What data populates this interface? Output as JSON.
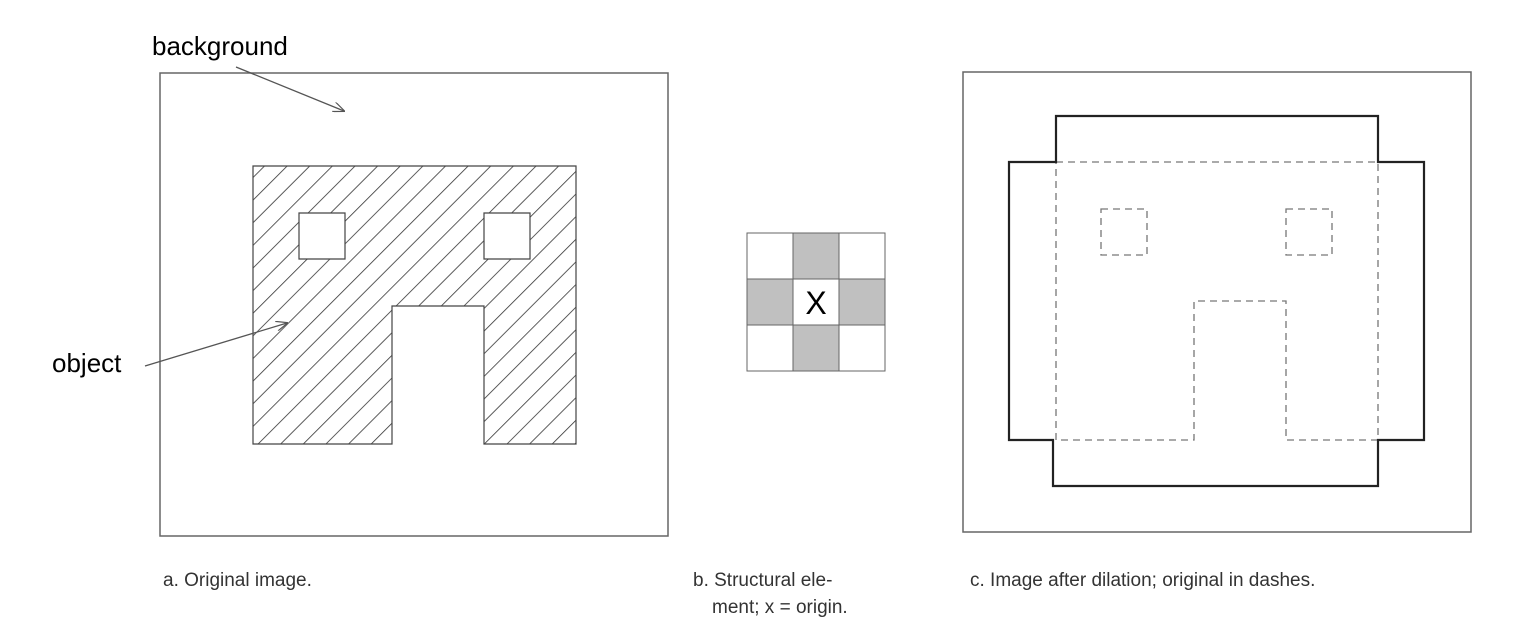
{
  "labels": {
    "background": "background",
    "object": "object",
    "origin_mark": "X"
  },
  "captions": {
    "a": "a. Original image.",
    "b_line1": "b. Structural ele-",
    "b_line2": "ment; x = origin.",
    "c": "c. Image after dilation; original in dashes."
  },
  "colors": {
    "frame": "#666666",
    "hatch": "#333333",
    "element_fill": "#c0c0c0",
    "dilated_outline": "#222222",
    "dashed_original": "#777777",
    "text": "#000000",
    "caption_text": "#333333"
  }
}
